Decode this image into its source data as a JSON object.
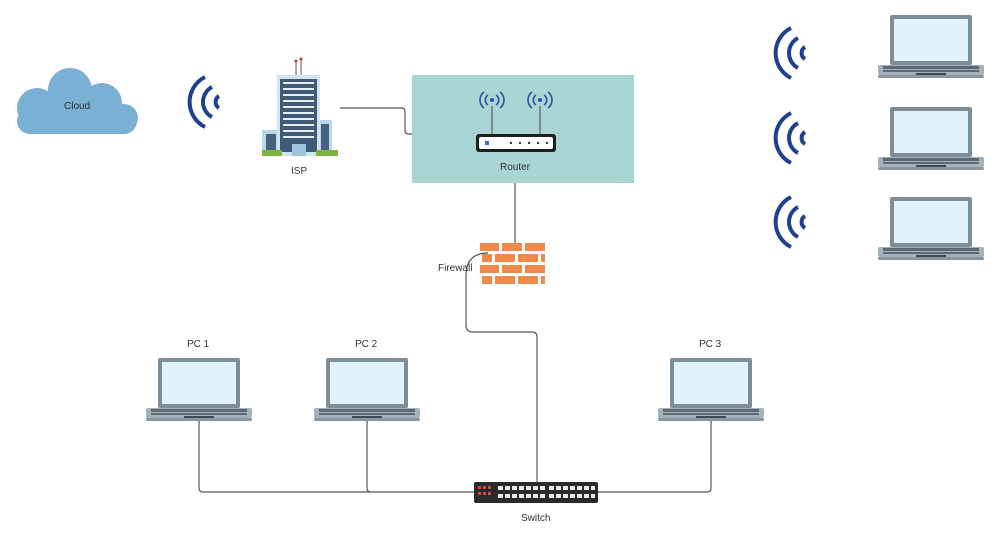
{
  "nodes": {
    "cloud": "Cloud",
    "isp": "ISP",
    "router": "Router",
    "firewall": "Firewall",
    "pc1": "PC 1",
    "pc2": "PC 2",
    "pc3": "PC 3",
    "switch": "Switch"
  },
  "colors": {
    "cloud": "#7ab0d4",
    "wifi": "#1f3f8f",
    "router_zone": "#a8d4d4",
    "firewall": "#f08a4b",
    "laptop_body": "#8a9aa6",
    "laptop_screen": "#e0f2fb",
    "wire": "#555555"
  },
  "icons": [
    "cloud-icon",
    "wifi-icon",
    "building-icon",
    "router-icon",
    "firewall-icon",
    "laptop-icon",
    "switch-icon"
  ]
}
